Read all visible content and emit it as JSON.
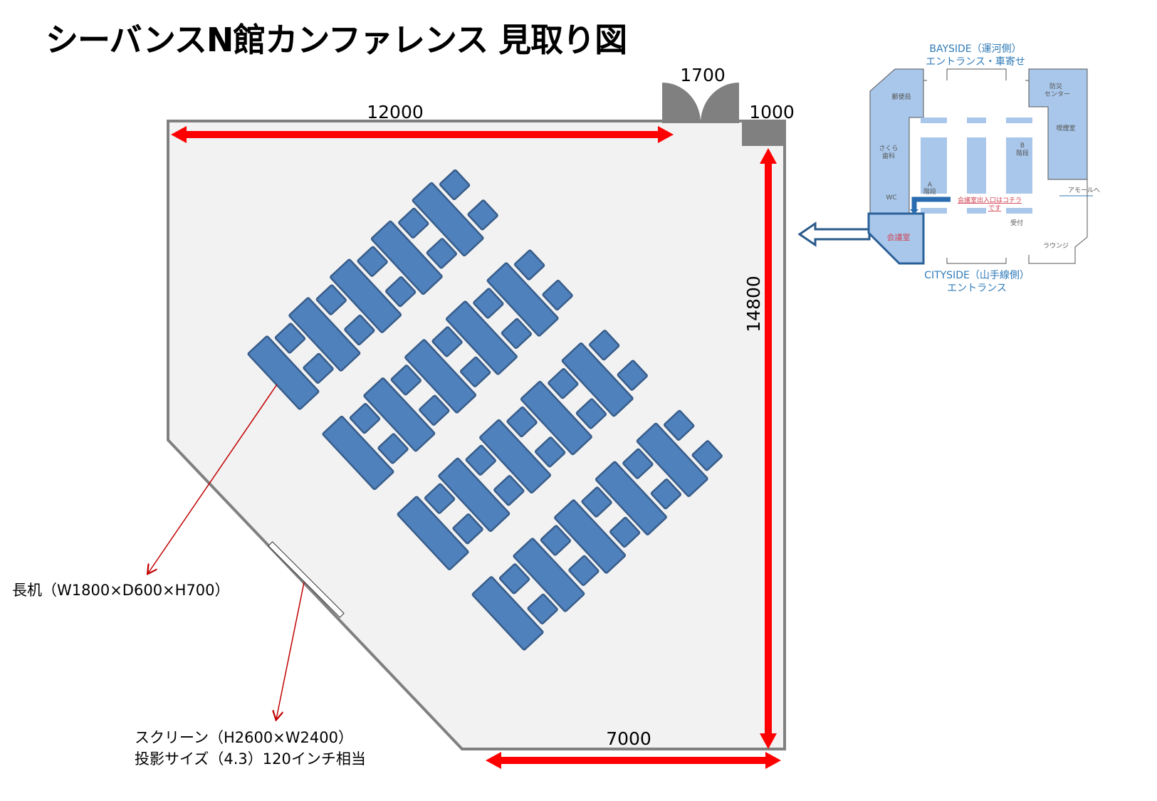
{
  "title": "シーバンスN館カンファレンス 見取り図",
  "colors": {
    "table": "#4f81bd",
    "table_stroke": "#385d8a",
    "arrow": "#ff0000",
    "wall": "#808080",
    "floor": "#f2f2f2",
    "map_blue": "#a9c7ea",
    "map_text": "#2f7ab8"
  },
  "dimensions": {
    "top_width": "12000",
    "door_width": "1700",
    "corner_width": "1000",
    "right_length": "14800",
    "bottom_width": "7000"
  },
  "layout": {
    "table_groups": 4,
    "tables_per_group": 5,
    "chairs_per_table": 2
  },
  "annotations": {
    "table": "長机（W1800×D600×H700）",
    "screen_line1": "スクリーン（H2600×W2400）",
    "screen_line2": "投影サイズ（4.3）120インチ相当"
  },
  "map": {
    "bayside_line1": "BAYSIDE（運河側）",
    "bayside_line2": "エントランス・車寄せ",
    "post_office": "郵便局",
    "disaster_line1": "防災",
    "disaster_line2": "センター",
    "smoking": "喫煙室",
    "dental_line1": "さくら",
    "dental_line2": "歯科",
    "stairs_b_line1": "B",
    "stairs_b_line2": "階段",
    "stairs_a_line1": "A",
    "stairs_a_line2": "階段",
    "wc": "WC",
    "entrance_note_line1": "会議室出入口はコチラ",
    "entrance_note_line2": "です",
    "amall": "アモールへ",
    "reception": "受付",
    "meeting_room": "会議室",
    "lounge": "ラウンジ",
    "cityside_line1": "CITYSIDE（山手線側）",
    "cityside_line2": "エントランス"
  }
}
